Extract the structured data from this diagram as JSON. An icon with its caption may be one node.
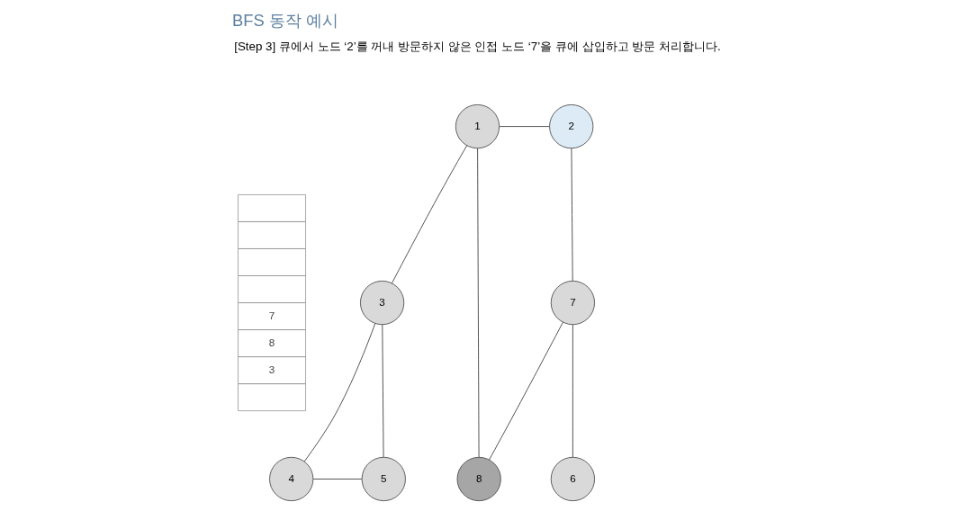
{
  "diagram": {
    "title": "BFS 동작 예시",
    "nodes": [
      {
        "text": [
          "1"
        ]
      },
      {
        "text": [
          "2"
        ]
      },
      {
        "text": [
          "3"
        ]
      },
      {
        "text": [
          "7"
        ]
      },
      {
        "text": [
          "4"
        ]
      },
      {
        "text": [
          "5"
        ]
      },
      {
        "text": [
          "8"
        ]
      },
      {
        "text": [
          "6"
        ]
      }
    ],
    "edges": [
      {
        "from": 0,
        "to": 1,
        "arrow": "none"
      },
      {
        "from": 0,
        "to": 2,
        "arrow": "none"
      },
      {
        "from": 0,
        "to": 6,
        "arrow": "none"
      },
      {
        "from": 1,
        "to": 3,
        "arrow": "none"
      },
      {
        "from": 2,
        "to": 4,
        "arrow": "none"
      },
      {
        "from": 2,
        "to": 5,
        "arrow": "none"
      },
      {
        "from": 4,
        "to": 5,
        "arrow": "none"
      },
      {
        "from": 3,
        "to": 6,
        "arrow": "none"
      },
      {
        "from": 3,
        "to": 7,
        "arrow": "none"
      }
    ],
    "labels": [
      "[Step 3] 큐에서 노드 ‘2’를 꺼내 방문하지 않은 인접 노드 ‘7’을 큐에 삽입하고 방문 처리합니다.",
      "7",
      "8",
      "3"
    ]
  }
}
